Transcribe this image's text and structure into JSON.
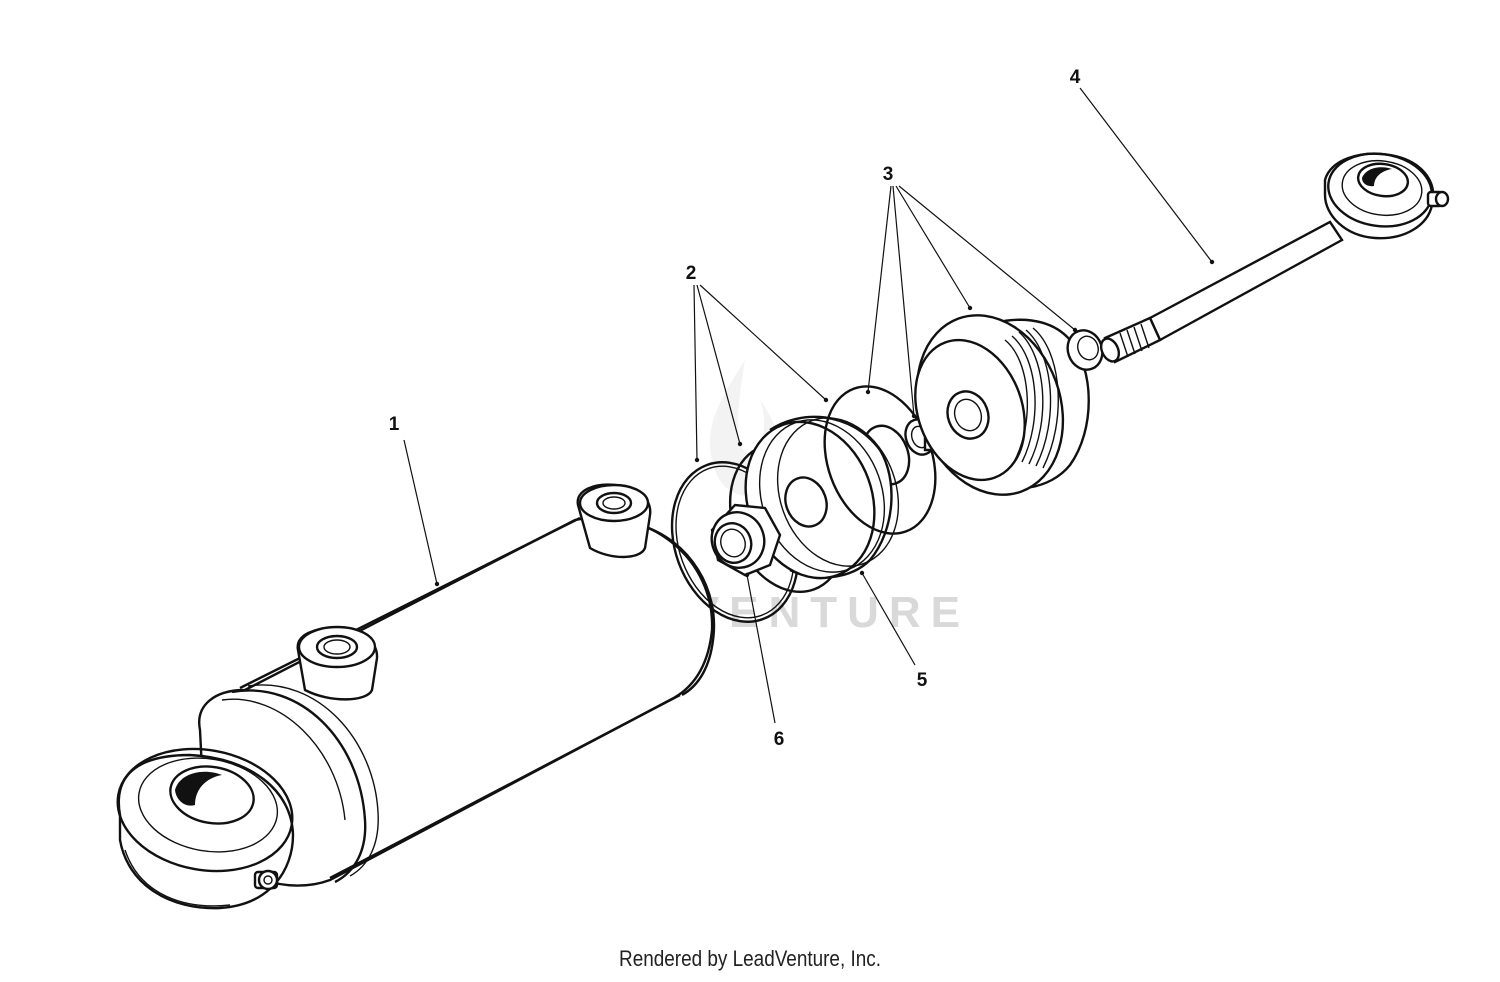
{
  "watermark": "LEADVENTURE",
  "credit": "Rendered by LeadVenture, Inc.",
  "callouts": [
    {
      "id": "1",
      "label": "1"
    },
    {
      "id": "2",
      "label": "2"
    },
    {
      "id": "3",
      "label": "3"
    },
    {
      "id": "4",
      "label": "4"
    },
    {
      "id": "5",
      "label": "5"
    },
    {
      "id": "6",
      "label": "6"
    }
  ]
}
